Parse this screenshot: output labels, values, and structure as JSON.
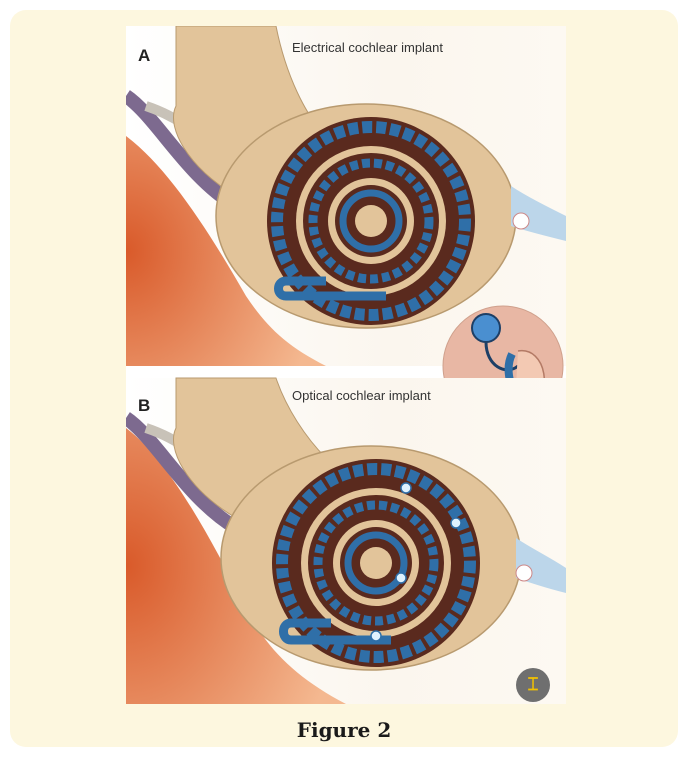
{
  "panels": [
    {
      "label": "A",
      "title": "Electrical cochlear implant"
    },
    {
      "label": "B",
      "title": "Optical cochlear implant"
    }
  ],
  "caption": "Figure 2",
  "colors": {
    "background": "#fdf7df",
    "bone": "#e2c49a",
    "muscle": "#e07a4a",
    "electrode": "#2f6fa8",
    "nerve": "#8f6f8f",
    "inset": "#e8b7a4"
  },
  "icons": {
    "text_recognition": "text-recognition-icon"
  }
}
